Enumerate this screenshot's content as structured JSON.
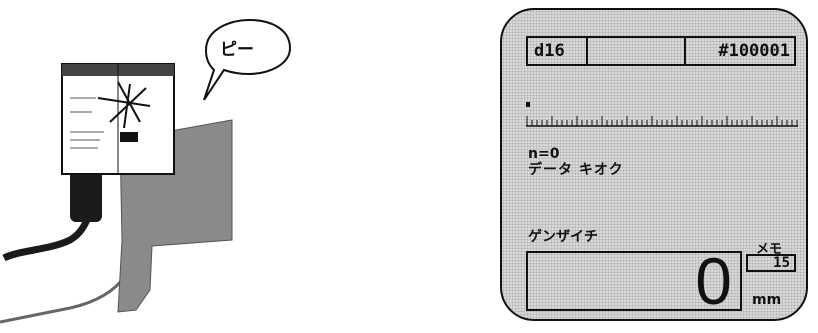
{
  "illustration": {
    "sound_text": "ピー",
    "device_icon": "gauge-device-icon",
    "cable_icon": "cable-icon"
  },
  "display": {
    "code": "d16",
    "id": "#100001",
    "count": "n=0",
    "data_label": "データ キオク",
    "current_label": "ゲンザイチ",
    "memo_label": "メモ",
    "memo_value": "15",
    "value": "0",
    "unit": "mm"
  },
  "colors": {
    "ink": "#111111",
    "screen_bg": "#d9d9d9",
    "cable": "#1a1a1a",
    "device_shadow": "#8a8a8a"
  }
}
